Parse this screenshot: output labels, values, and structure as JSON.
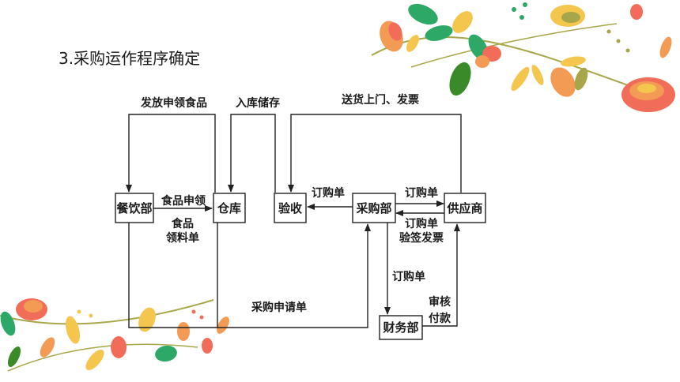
{
  "title": "3.采购运作程序确定",
  "nodes": {
    "canyin": "餐饮部",
    "cangku": "仓库",
    "yanshou": "验收",
    "caigou": "采购部",
    "gongying": "供应商",
    "caiwu": "财务部"
  },
  "edge_labels": {
    "fafang": "发放申领食品",
    "ruku": "入库储存",
    "songhuo": "送货上门、发票",
    "shipin_shenling": "食品申领",
    "shipin": "食品",
    "lingliaodan": "领料单",
    "dinggoudan_yanshou": "订购单",
    "dinggoudan_gongying": "订购单",
    "dinggoudan_fanhui": "订购单",
    "yanqian_fapiao": "验签发票",
    "dinggoudan_caiwu": "订购单",
    "shenhe": "审核",
    "fukuan": "付款",
    "caigou_shenqingdan": "采购申请单"
  },
  "decoration": {
    "leaf_green": "#2ea866",
    "leaf_dark_green": "#3b8a2a",
    "petal_orange": "#f39a54",
    "petal_coral": "#f26c5a",
    "petal_yellow": "#f4c64e",
    "stem_olive": "#a7a64a"
  }
}
